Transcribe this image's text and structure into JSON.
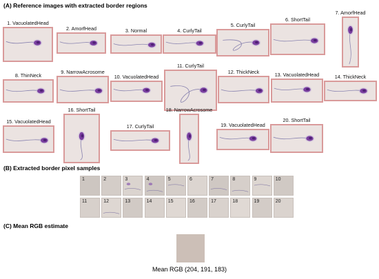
{
  "sections": {
    "a": "(A) Reference images with extracted border regions",
    "b": "(B) Extracted border pixel samples",
    "c": "(C) Mean RGB estimate"
  },
  "references": [
    {
      "label": "1. VacuolatedHead"
    },
    {
      "label": "2. AmorfHead"
    },
    {
      "label": "3. Normal"
    },
    {
      "label": "4. CurlyTail"
    },
    {
      "label": "5. CurlyTail"
    },
    {
      "label": "6. ShortTail"
    },
    {
      "label": "7. AmorfHead"
    },
    {
      "label": "8. ThinNeck"
    },
    {
      "label": "9. NarrowAcrosome"
    },
    {
      "label": "10. VacuolatedHead"
    },
    {
      "label": "11. CurlyTail"
    },
    {
      "label": "12. ThickNeck"
    },
    {
      "label": "13. VacuolatedHead"
    },
    {
      "label": "14. ThickNeck"
    },
    {
      "label": "15. VacuolatedHead"
    },
    {
      "label": "16. ShortTail"
    },
    {
      "label": "17. CurlyTail"
    },
    {
      "label": "18. NarrowAcrosome"
    },
    {
      "label": "19. VacuolatedHead"
    },
    {
      "label": "20. ShortTail"
    }
  ],
  "samples": [
    "1",
    "2",
    "3",
    "4",
    "5",
    "6",
    "7",
    "8",
    "9",
    "10",
    "11",
    "12",
    "13",
    "14",
    "15",
    "16",
    "17",
    "18",
    "19",
    "20"
  ],
  "mean": {
    "label": "Mean RGB (204, 191, 183)",
    "color": "#ccbfb7"
  },
  "colors": {
    "border": "#d99a9a",
    "background": "#ebe3e1",
    "head": "#7a3fa0"
  }
}
